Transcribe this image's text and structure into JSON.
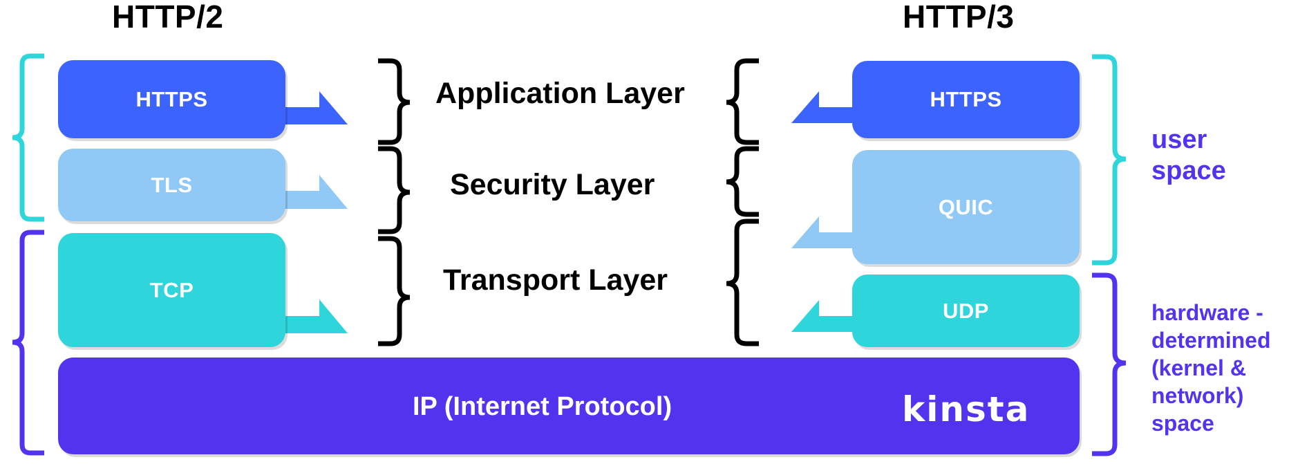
{
  "titles": {
    "left": "HTTP/2",
    "right": "HTTP/3"
  },
  "layers": {
    "application": "Application Layer",
    "security": "Security Layer",
    "transport": "Transport Layer"
  },
  "http2_stack": [
    {
      "label": "HTTPS",
      "color": "#3D63FF"
    },
    {
      "label": "TLS",
      "color": "#90C9F5"
    },
    {
      "label": "TCP",
      "color": "#2ED5DB"
    }
  ],
  "http3_stack": [
    {
      "label": "HTTPS",
      "color": "#3D63FF"
    },
    {
      "label": "QUIC",
      "color": "#90C9F5"
    },
    {
      "label": "UDP",
      "color": "#2ED5DB"
    }
  ],
  "base": {
    "label": "IP (Internet Protocol)",
    "color": "#5333ED",
    "logo": "KINSTA"
  },
  "spaces": {
    "user": "user\nspace",
    "hardware": "hardware -\ndetermined\n(kernel &\nnetwork)\nspace",
    "user_color": "#2ED5DB",
    "hardware_color": "#5333ED"
  }
}
